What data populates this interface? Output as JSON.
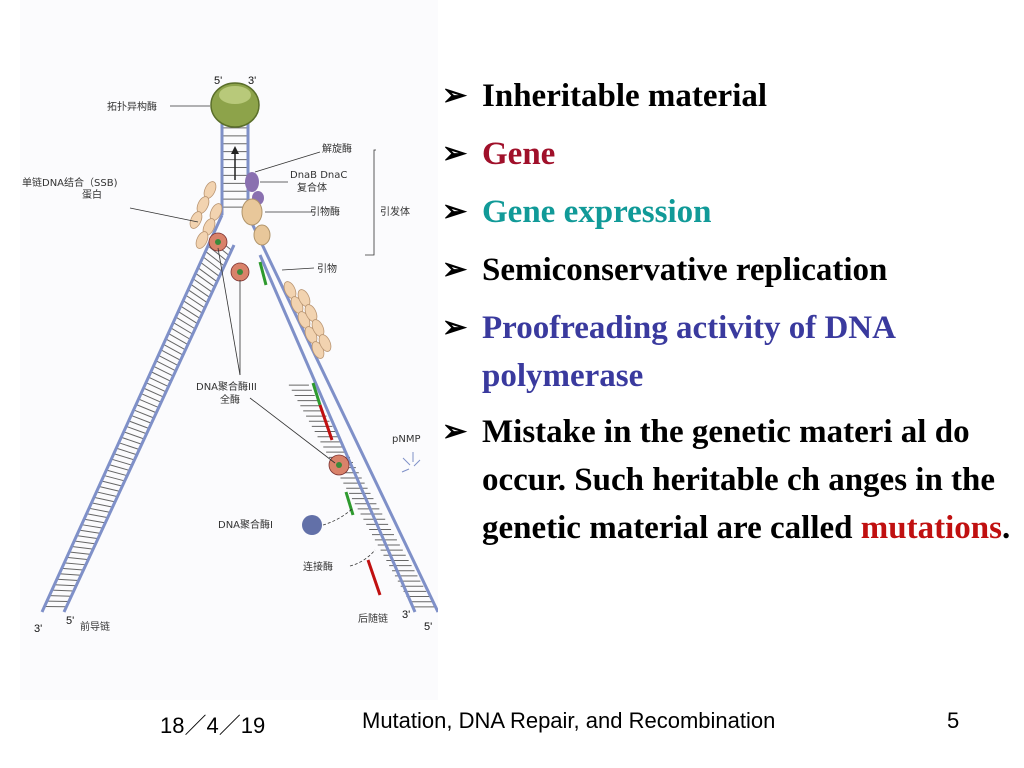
{
  "bullets": [
    {
      "text": "Inheritable material",
      "color": "#000000"
    },
    {
      "text": "Gene",
      "color": "#a0102a"
    },
    {
      "text": "Gene expression",
      "color": "#119a98"
    },
    {
      "text": "Semiconservative replication",
      "color": "#000000"
    },
    {
      "text": "Proofreading activity of DNA polymerase",
      "color": "#3a3a9e"
    },
    {
      "parts": [
        "Mistake in the genetic materi al do occur. Such heritable ch anges in the genetic material are called ",
        "mutations",
        "."
      ],
      "highlight_color": "#c01010"
    }
  ],
  "footer": {
    "date": "18／4／19",
    "title": "Mutation, DNA Repair, and Recombination",
    "page": "5"
  },
  "figure": {
    "labels": {
      "topoisomerase": "拓扑异构酶",
      "helicase": "解旋酶",
      "ssb": "单链DNA结合（SSB)",
      "ssb2": "蛋白",
      "dnab": "DnaB DnaC",
      "complex": "复合体",
      "primase": "引物酶",
      "primosome": "引发体",
      "primer": "引物",
      "pol3": "DNA聚合酶III",
      "pol3b": "全酶",
      "pnmp": "pNMP",
      "pol1": "DNA聚合酶I",
      "ligase": "连接酶",
      "leading": "前导链",
      "lagging": "后随链"
    },
    "ends": {
      "top5": "5'",
      "top3": "3'",
      "bl3": "3'",
      "bl5": "5'",
      "br3": "3'",
      "br5": "5'"
    }
  }
}
